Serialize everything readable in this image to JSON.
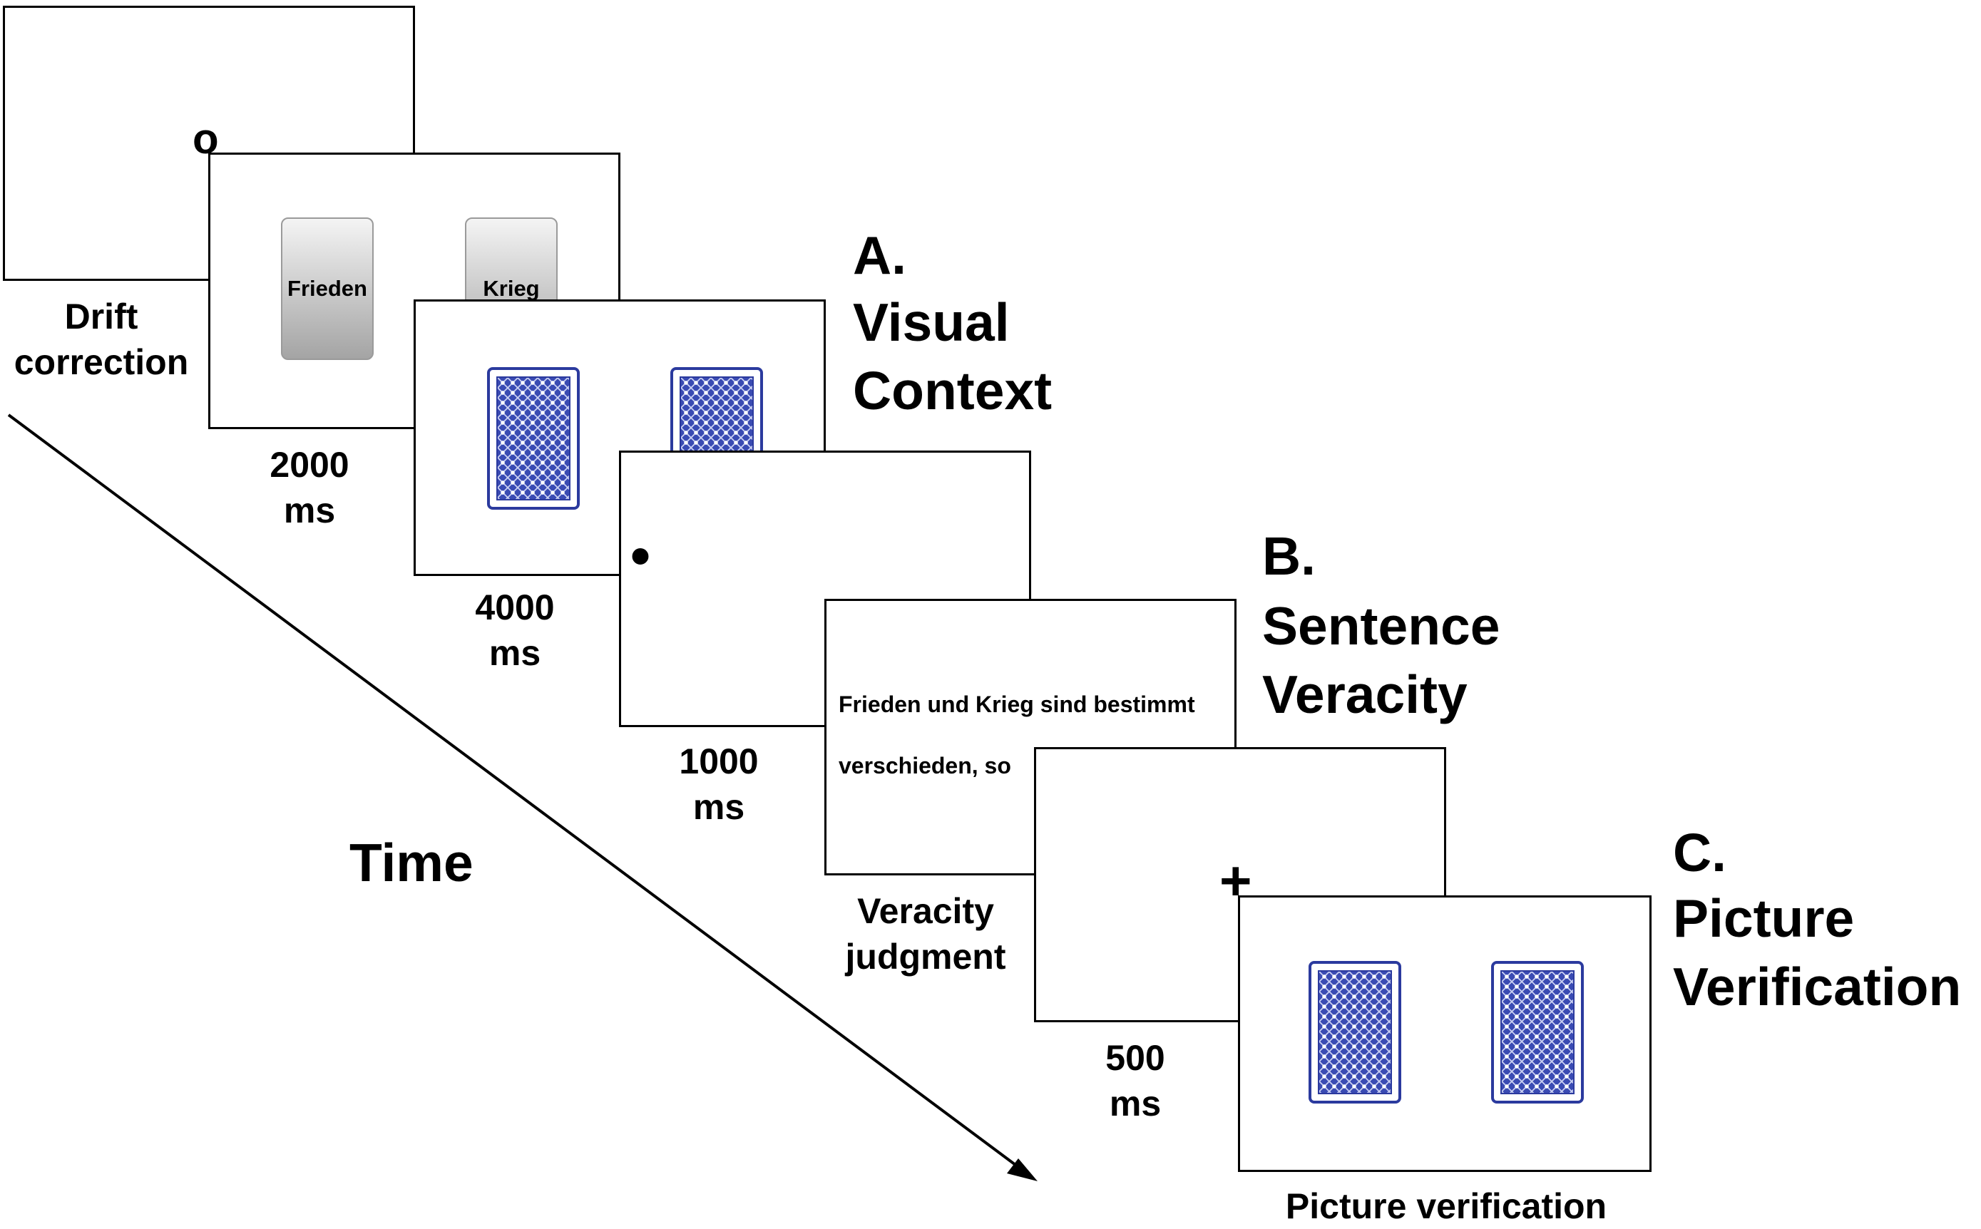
{
  "screens": {
    "drift": {
      "marker": "o",
      "label": "Drift\ncorrection"
    },
    "labels": {
      "frieden": "Frieden",
      "krieg": "Krieg",
      "duration": "2000\nms"
    },
    "cards": {
      "duration": "4000\nms"
    },
    "fixation_dot": {
      "marker": "•",
      "duration": "1000\nms"
    },
    "sentence": {
      "line1": "Frieden und Krieg sind bestimmt",
      "line2": "verschieden, so",
      "label": "Veracity\njudgment"
    },
    "cross": {
      "marker": "+",
      "duration": "500\nms"
    },
    "verification": {
      "label": "Picture verification"
    }
  },
  "headings": {
    "a": {
      "letter": "A.",
      "line1": "Visual",
      "line2": "Context"
    },
    "b": {
      "letter": "B.",
      "line1": "Sentence",
      "line2": "Veracity"
    },
    "c": {
      "letter": "C.",
      "line1": "Picture",
      "line2": "Verification"
    }
  },
  "time_axis": {
    "label": "Time"
  }
}
